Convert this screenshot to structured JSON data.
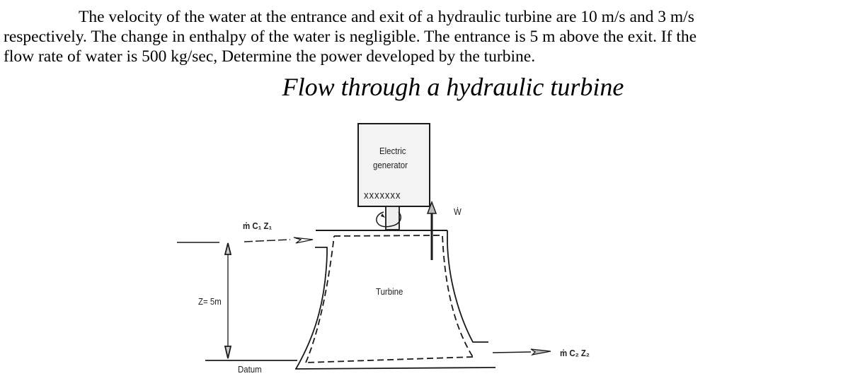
{
  "problem": {
    "lines": [
      "The velocity of the water at the entrance and exit of a hydraulic turbine are 10 m/s and 3 m/s",
      "respectively. The change in enthalpy of the water is negligible.  The entrance is 5 m above the exit.  If the",
      "flow rate of water is 500 kg/sec,  Determine the power developed by the turbine."
    ]
  },
  "figure": {
    "title": "Flow through a hydraulic turbine",
    "labels": {
      "generator_line1": "Electric",
      "generator_line2": "generator",
      "generator_windings": "xxxxxxx",
      "work": "Ẇ",
      "inlet": "ṁ C₁ Z₁",
      "height": "Z= 5m",
      "turbine": "Turbine",
      "datum": "Datum",
      "outlet": "ṁ C₂ Z₂"
    }
  }
}
